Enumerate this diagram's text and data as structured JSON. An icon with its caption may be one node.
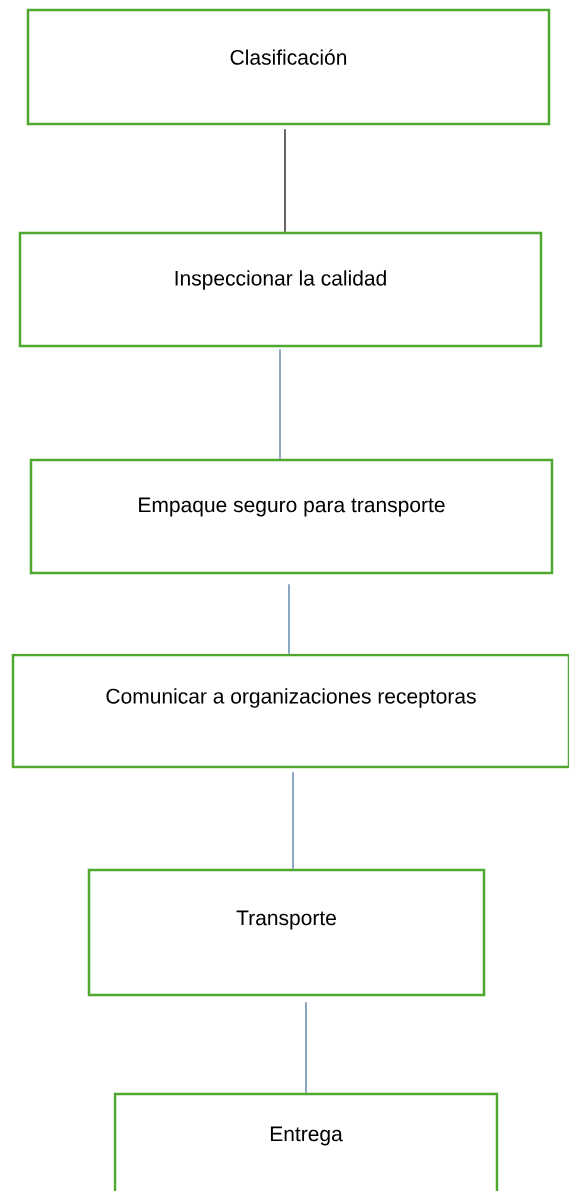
{
  "diagram": {
    "nodes": [
      {
        "text": [
          "Clasificación"
        ]
      },
      {
        "text": [
          "Inspeccionar la calidad"
        ]
      },
      {
        "text": [
          "Empaque seguro para transporte"
        ]
      },
      {
        "text": [
          "Comunicar a organizaciones receptoras"
        ]
      },
      {
        "text": [
          "Transporte"
        ]
      },
      {
        "text": [
          "Entrega"
        ]
      }
    ],
    "edges": [
      {
        "from": 0,
        "to": 1,
        "arrow": "none",
        "color": "#000000"
      },
      {
        "from": 1,
        "to": 2,
        "arrow": "none"
      },
      {
        "from": 2,
        "to": 3,
        "arrow": "none"
      },
      {
        "from": 3,
        "to": 4,
        "arrow": "none"
      },
      {
        "from": 4,
        "to": 5,
        "arrow": "none"
      }
    ]
  }
}
